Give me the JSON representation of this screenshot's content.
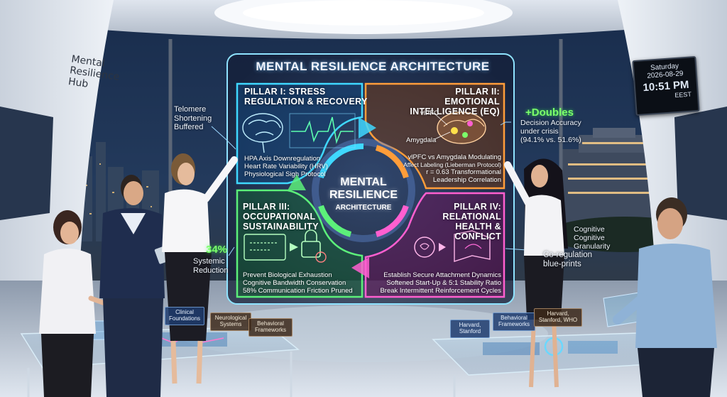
{
  "hub_sign": [
    "Mental",
    "Resilience",
    "Hub"
  ],
  "clock": {
    "day": "Saturday",
    "date": "2026-08-29",
    "time": "10:51 PM",
    "zone": "EEST"
  },
  "board": {
    "title": "MENTAL RESILIENCE ARCHITECTURE",
    "center": {
      "line1": "MENTAL",
      "line2": "RESILIENCE",
      "line3": "ARCHITECTURE"
    },
    "pillars": [
      {
        "title_l1": "PILLAR I: STRESS",
        "title_l2": "REGULATION & RECOVERY",
        "items": [
          "HPA Axis Downregulation",
          "Heart Rate Variability (HRV)",
          "Physiological Sigh Protocol"
        ],
        "color": "#3fd8ff"
      },
      {
        "title_l1": "PILLAR II: EMOTIONAL",
        "title_l2": "INTELLIGENCE (EQ)",
        "labels": [
          "vlPFC",
          "Amygdala"
        ],
        "items": [
          "vlPFC vs Amygdala Modulating",
          "Affect Labeling (Lieberman Protocol)",
          "r = 0.63 Transformational",
          "Leadership Correlation"
        ],
        "color": "#ff9d3a"
      },
      {
        "title_l1": "PILLAR III:",
        "title_l2": "OCCUPATIONAL",
        "title_l3": "SUSTAINABILITY",
        "items": [
          "Prevent Biological Exhaustion",
          "Cognitive Bandwidth Conservation",
          "58% Communication Friction Pruned"
        ],
        "color": "#5cf07a"
      },
      {
        "title_l1": "PILLAR IV:",
        "title_l2": "RELATIONAL",
        "title_l3": "HEALTH & CONFLICT",
        "items": [
          "Establish Secure Attachment Dynamics",
          "Softened Start-Up & 5:1 Stability Ratio",
          "Break Intermittent Reinforcement Cycles"
        ],
        "color": "#ff5fd0"
      }
    ]
  },
  "callouts": {
    "telomere": [
      "Telomere",
      "Shortening",
      "Buffered"
    ],
    "doubles": {
      "headline": "+Doubles",
      "lines": [
        "Decision Accuracy",
        "under crisis",
        "(94.1% vs. 51.6%)"
      ]
    },
    "systemic": {
      "headline": "34%",
      "lines": [
        "Systemic",
        "Reduction"
      ]
    },
    "granularity": [
      "Cognitive",
      "Cognitive",
      "Granularity"
    ],
    "coregulation": [
      "Co-regulation",
      "blue-prints"
    ]
  },
  "desk_tags": {
    "left": [
      "Clinical Foundations",
      "Neurological Systems",
      "Behavioral Frameworks"
    ],
    "right": [
      "Harvard, Stanford",
      "Behavioral Frameworks",
      "Harvard, Stanford, WHO"
    ]
  },
  "colors": {
    "pillar1": "#3fd8ff",
    "pillar2": "#ff9d3a",
    "pillar3": "#5cf07a",
    "pillar4": "#ff5fd0",
    "board_frame": "#8fe3ff"
  }
}
